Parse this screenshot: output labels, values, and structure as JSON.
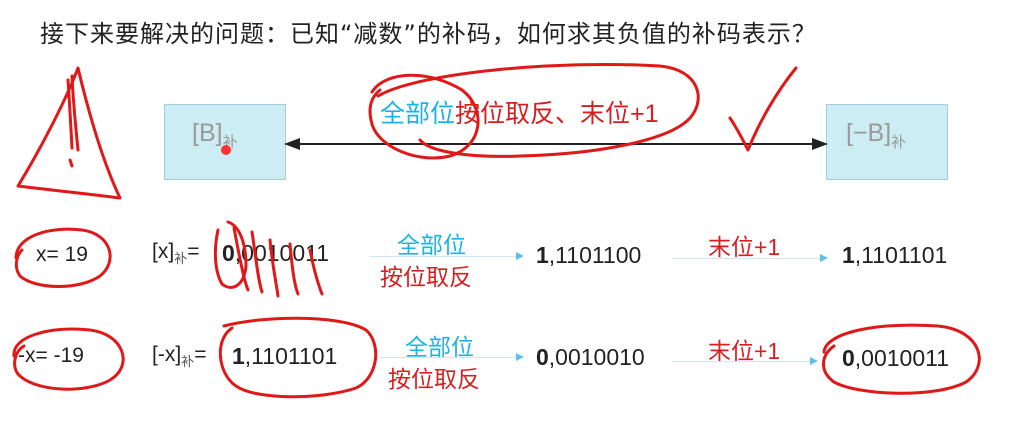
{
  "title": "接下来要解决的问题：已知“减数”的补码，如何求其负值的补码表示？",
  "diagram": {
    "left_box": {
      "main": "[B]",
      "sub": "补"
    },
    "right_box": {
      "main": "[−B]",
      "sub": "补"
    },
    "label_blue": "全部位",
    "label_red": "按位取反、末位+1"
  },
  "rows": [
    {
      "var": "x= 19",
      "comp_label": "[x]",
      "comp_sub": "补",
      "eq": "=",
      "first_bit": "0",
      "first_rest": ",0010011",
      "op1_top": "全部位",
      "op1_bottom": "按位取反",
      "mid_bit": "1",
      "mid_rest": ",1101100",
      "op2": "末位+1",
      "res_bit": "1",
      "res_rest": ",1101101"
    },
    {
      "var": "-x= -19",
      "comp_label": "[-x]",
      "comp_sub": "补",
      "eq": "=",
      "first_bit": "1",
      "first_rest": ",1101101",
      "op1_top": "全部位",
      "op1_bottom": "按位取反",
      "mid_bit": "0",
      "mid_rest": ",0010010",
      "op2": "末位+1",
      "res_bit": "0",
      "res_rest": ",0010011"
    }
  ],
  "colors": {
    "blue": "#1ab3e6",
    "red": "#d42020",
    "box": "#ccedf3",
    "ink": "#e01818"
  }
}
